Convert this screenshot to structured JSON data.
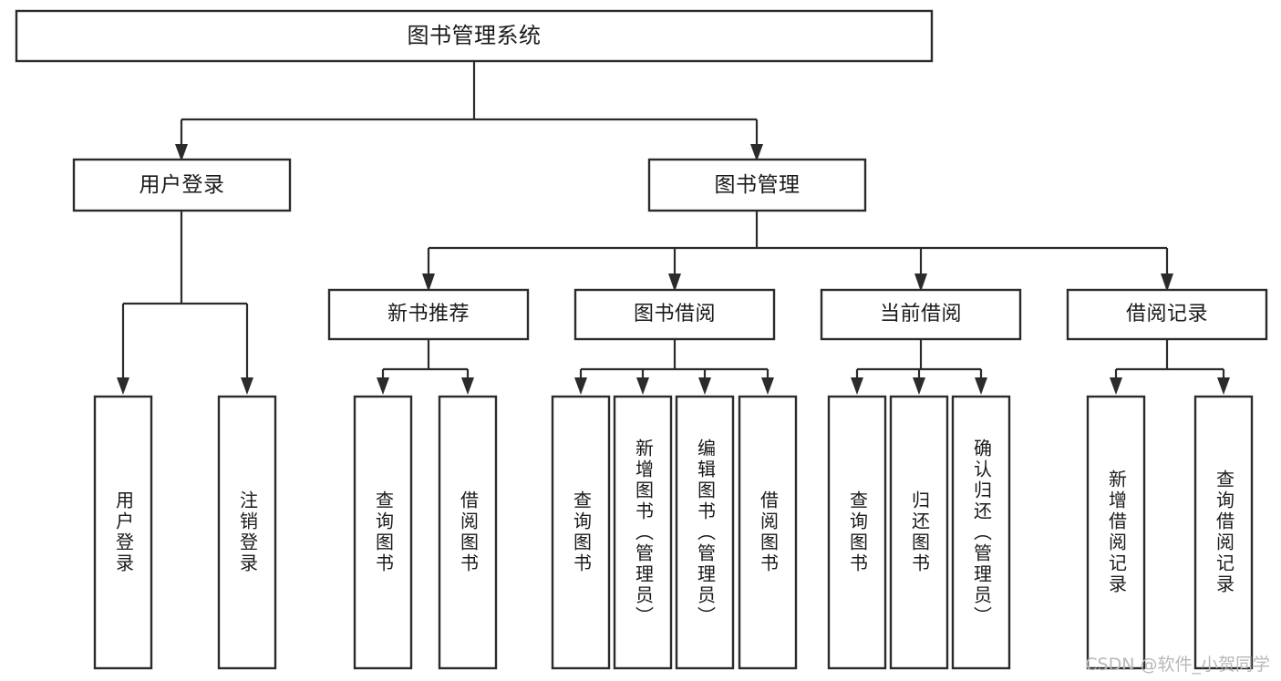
{
  "diagram": {
    "title": "图书管理系统",
    "type": "tree-hierarchy-chart",
    "root": {
      "label": "图书管理系统"
    },
    "level2": [
      {
        "label": "用户登录"
      },
      {
        "label": "图书管理"
      }
    ],
    "level3": [
      {
        "label": "新书推荐"
      },
      {
        "label": "图书借阅"
      },
      {
        "label": "当前借阅"
      },
      {
        "label": "借阅记录"
      }
    ],
    "leaves": {
      "user_login": [
        {
          "label": "用户登录"
        },
        {
          "label": "注销登录"
        }
      ],
      "new_book_recommend": [
        {
          "label": "查询图书"
        },
        {
          "label": "借阅图书"
        }
      ],
      "book_borrow": [
        {
          "label": "查询图书"
        },
        {
          "label": "新增图书（管理员）"
        },
        {
          "label": "编辑图书（管理员）"
        },
        {
          "label": "借阅图书"
        }
      ],
      "current_borrow": [
        {
          "label": "查询图书"
        },
        {
          "label": "归还图书"
        },
        {
          "label": "确认归还（管理员）"
        }
      ],
      "borrow_record": [
        {
          "label": "新增借阅记录"
        },
        {
          "label": "查询借阅记录"
        }
      ]
    }
  },
  "watermark": {
    "text": "CSDN @软件_小贺同学"
  },
  "colors": {
    "stroke": "#2b2b2b",
    "box_fill": "#ffffff",
    "text": "#1a1a1a",
    "background": "#ffffff",
    "watermark": "#b8b8b8"
  }
}
